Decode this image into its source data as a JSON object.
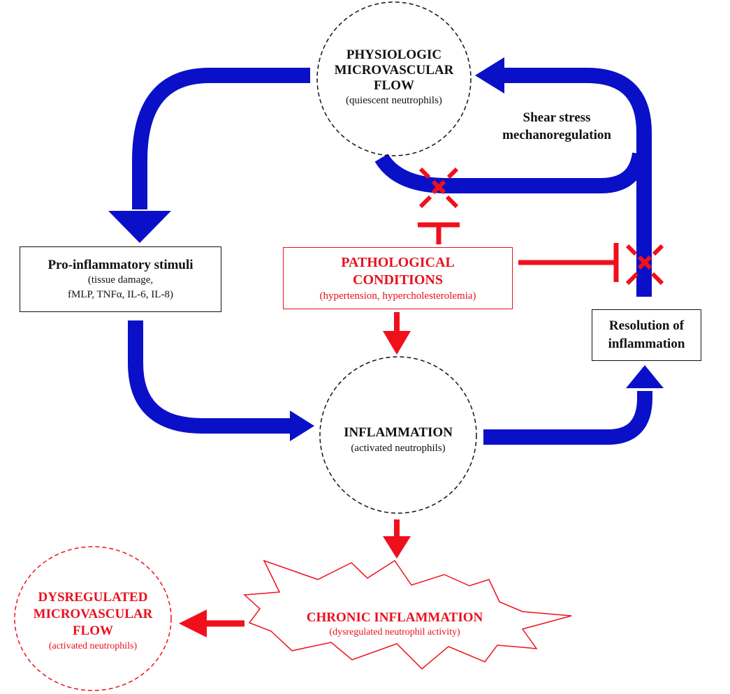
{
  "colors": {
    "flow_blue": "#0a10c8",
    "pathology_red": "#f0101c",
    "text_black": "#111111"
  },
  "nodes": {
    "physiologic": {
      "title_lines": [
        "PHYSIOLOGIC",
        "MICROVASCULAR",
        "FLOW"
      ],
      "subtitle": "(quiescent neutrophils)",
      "shape": "dashed-circle"
    },
    "pro_inflammatory": {
      "title": "Pro-inflammatory stimuli",
      "subtitle_lines": [
        "(tissue damage,",
        "fMLP, TNFα, IL-6, IL-8)"
      ],
      "shape": "box"
    },
    "pathological": {
      "title_lines": [
        "PATHOLOGICAL",
        "CONDITIONS"
      ],
      "subtitle": "(hypertension, hypercholesterolemia)",
      "shape": "red-box"
    },
    "resolution": {
      "title_lines": [
        "Resolution of",
        "inflammation"
      ],
      "shape": "box"
    },
    "inflammation": {
      "title": "INFLAMMATION",
      "subtitle": "(activated neutrophils)",
      "shape": "dashed-circle"
    },
    "chronic": {
      "title": "CHRONIC INFLAMMATION",
      "subtitle": "(dysregulated neutrophil activity)",
      "shape": "starburst"
    },
    "dysregulated": {
      "title_lines": [
        "DYSREGULATED",
        "MICROVASCULAR",
        "FLOW"
      ],
      "subtitle": "(activated neutrophils)",
      "shape": "red-dashed-circle"
    }
  },
  "labels": {
    "shear_stress_lines": [
      "Shear stress",
      "mechanoregulation"
    ]
  },
  "edges": [
    {
      "from": "physiologic",
      "to": "pro_inflammatory",
      "type": "flow-arrow",
      "color": "blue"
    },
    {
      "from": "pro_inflammatory",
      "to": "inflammation",
      "type": "flow-arrow",
      "color": "blue"
    },
    {
      "from": "inflammation",
      "to": "resolution",
      "type": "flow-arrow",
      "color": "blue"
    },
    {
      "from": "resolution",
      "to": "physiologic",
      "type": "flow-arrow",
      "color": "blue",
      "label": "Shear stress mechanoregulation"
    },
    {
      "from": "pathological",
      "to": "shear-stress-loop",
      "type": "inhibition",
      "color": "red"
    },
    {
      "from": "pathological",
      "to": "resolution-return",
      "type": "inhibition",
      "color": "red"
    },
    {
      "from": "pathological",
      "to": "inflammation",
      "type": "arrow",
      "color": "red"
    },
    {
      "from": "inflammation",
      "to": "chronic",
      "type": "arrow",
      "color": "red"
    },
    {
      "from": "chronic",
      "to": "dysregulated",
      "type": "arrow",
      "color": "red"
    }
  ],
  "blocked_markers": [
    {
      "name": "blocked-shear-loop",
      "on": "shear-stress-loop"
    },
    {
      "name": "blocked-resolution-return",
      "on": "resolution-return"
    }
  ]
}
